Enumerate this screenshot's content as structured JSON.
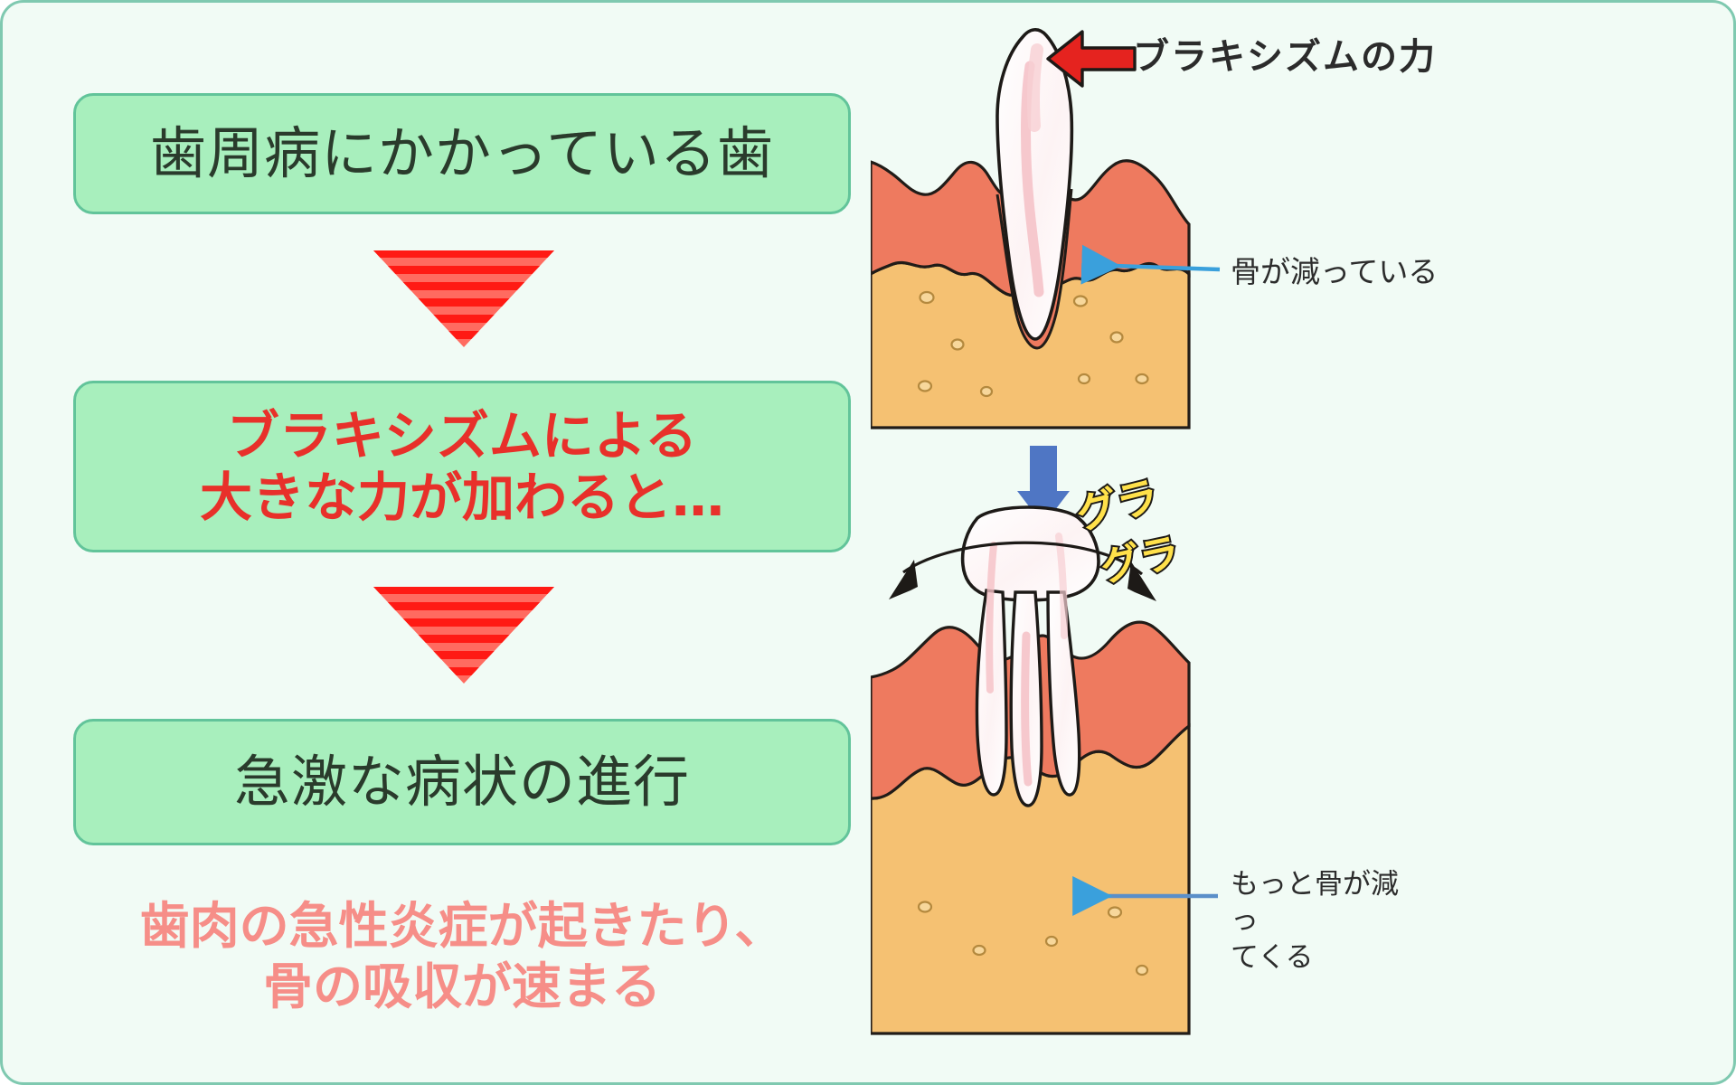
{
  "flow": {
    "step1": {
      "line1": "歯周病にかかっている歯"
    },
    "step2": {
      "line1": "ブラキシズムによる",
      "line2": "大きな力が加わると…"
    },
    "step3": {
      "line1": "急激な病状の進行"
    }
  },
  "caption": {
    "line1": "歯肉の急性炎症が起きたり、",
    "line2": "骨の吸収が速まる"
  },
  "illustration": {
    "force_label": "ブラキシズムの力",
    "bone_loss_label": "骨が減っている",
    "more_bone_loss_label_line1": "もっと骨が減っ",
    "more_bone_loss_label_line2": "てくる",
    "shake_label_1": "グラ",
    "shake_label_2": "グラ"
  },
  "colors": {
    "panel_background": "#f1fbf5",
    "panel_border": "#7fc9b0",
    "box_fill": "#a8efbd",
    "box_border": "#62c49a",
    "box_text_dark": "#2a3b2c",
    "box_text_red": "#e8302a",
    "arrow_red": "#ff1a14",
    "arrow_red_light": "#ff6b60",
    "caption_pink": "#f68e88",
    "gum": "#ee7a5f",
    "bone": "#f5c172",
    "tooth": "#ffffff",
    "tooth_tint": "#f7c9cc",
    "leader_blue": "#3aa0dc",
    "down_arrow_blue": "#4f76c4",
    "shake_yellow": "#ffe14a",
    "outline": "#1d1a17"
  }
}
